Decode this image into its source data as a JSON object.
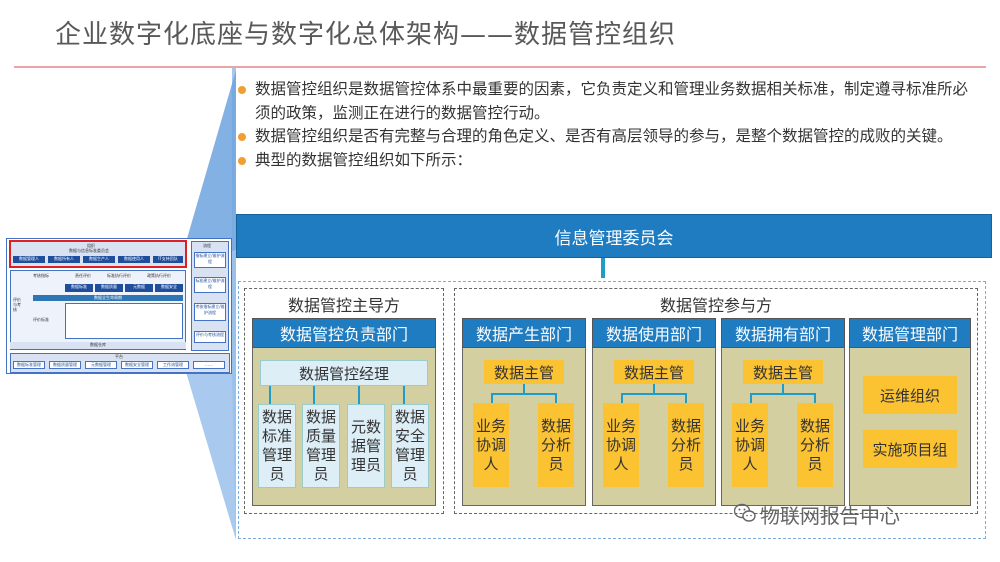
{
  "title": "企业数字化底座与数字化总体架构——数据管控组织",
  "bullets": [
    "数据管控组织是数据管控体系中最重要的因素，它负责定义和管理业务数据相关标准，制定遵寻标准所必须的政策，监测正在进行的数据管控行动。",
    "数据管控组织是否有完整与合理的角色定义、是否有高层领导的参与，是整个数据管控的成败的关键。",
    "典型的数据管控组织如下所示："
  ],
  "committee": "信息管理委员会",
  "lead_group": {
    "title": "数据管控主导方",
    "dept": "数据管控负责部门",
    "manager": "数据管控经理",
    "roles": [
      "数据标准管理员",
      "数据质量管理员",
      "元数据管理员",
      "数据安全管理员"
    ]
  },
  "participant_group": {
    "title": "数据管控参与方",
    "depts": [
      {
        "name": "数据产生部门",
        "head": "数据主管",
        "roles": [
          "业务协调人",
          "数据分析员"
        ]
      },
      {
        "name": "数据使用部门",
        "head": "数据主管",
        "roles": [
          "业务协调人",
          "数据分析员"
        ]
      },
      {
        "name": "数据拥有部门",
        "head": "数据主管",
        "roles": [
          "业务协调人",
          "数据分析员"
        ]
      }
    ],
    "mgmt": {
      "name": "数据管理部门",
      "units": [
        "运维组织",
        "实施项目组"
      ]
    }
  },
  "thumbnail": {
    "top_title": "组织",
    "top_sub": "数据与信息标准委员会",
    "top_roles": [
      "数据管理人",
      "数据所有人",
      "数据生产人",
      "数据使用人",
      "IT支持团队"
    ],
    "side_title": "流程",
    "side_items": [
      "指标建立/维护流程",
      "标准建立/维护流程",
      "考核指标建立/维护流程",
      "评价与考核流程"
    ],
    "left_label": "评价与考核",
    "metric_label": "考核指标",
    "row_labels": [
      "责任评价",
      "标准执行评价",
      "政策执行评价"
    ],
    "col_heads": [
      "数据标准",
      "数据质量",
      "元数据",
      "数据安全"
    ],
    "mid_labels": [
      "数据全生命周期",
      "评价标准"
    ],
    "bottom_band": "数据仓库",
    "platform_title": "平台",
    "platform_items": [
      "数据标准管理",
      "数据质量管理",
      "元数据管理",
      "数据安全管理",
      "工作流管理",
      "……"
    ]
  },
  "watermark": "物联网报告中心",
  "colors": {
    "accent_blue": "#1f7cc0",
    "olive_panel": "#d4cfa0",
    "orange_box": "#fbc232",
    "bullet_orange": "#f0a030"
  }
}
